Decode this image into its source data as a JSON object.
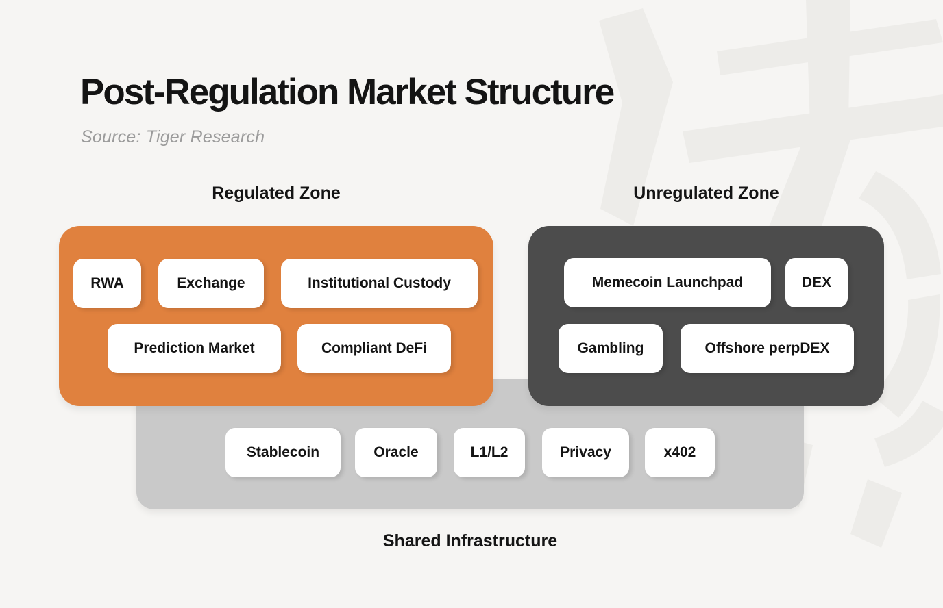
{
  "page": {
    "title": "Post-Regulation Market Structure",
    "source": "Source: Tiger Research"
  },
  "colors": {
    "background": "#f6f5f3",
    "regulated_zone": "#e0813e",
    "unregulated_zone": "#4c4c4c",
    "infrastructure_bar": "#c9c9c9",
    "chip": "#ffffff",
    "text": "#141414",
    "source_text": "#9b9b9b",
    "watermark": "#edece9"
  },
  "zones": {
    "regulated": {
      "label": "Regulated Zone",
      "items": [
        "RWA",
        "Exchange",
        "Institutional Custody",
        "Prediction Market",
        "Compliant DeFi"
      ]
    },
    "unregulated": {
      "label": "Unregulated Zone",
      "items": [
        "Memecoin Launchpad",
        "DEX",
        "Gambling",
        "Offshore perpDEX"
      ]
    }
  },
  "infrastructure": {
    "label": "Shared Infrastructure",
    "items": [
      "Stablecoin",
      "Oracle",
      "L1/L2",
      "Privacy",
      "x402"
    ]
  }
}
